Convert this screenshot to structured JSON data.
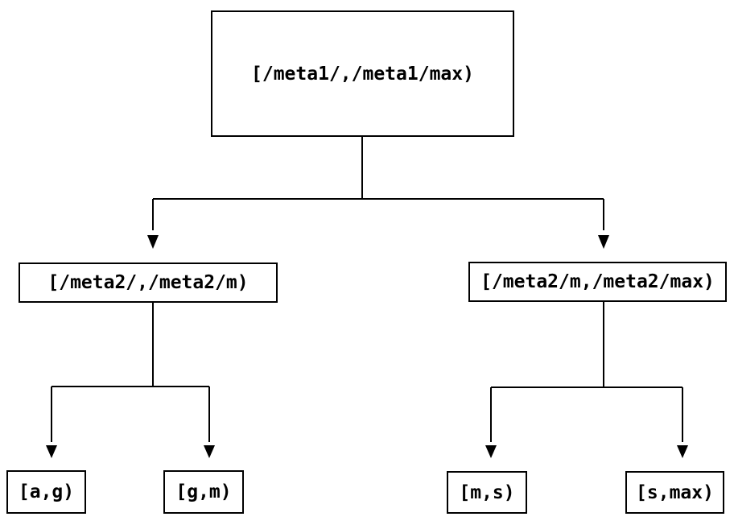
{
  "diagram": {
    "title": "",
    "type": "interval-partition-tree",
    "colors": {
      "background": "#ffffff",
      "line": "#000000",
      "text": "#000000",
      "node_fill": "#ffffff"
    },
    "nodes": {
      "root": {
        "label": "[/meta1/,/meta1/max)"
      },
      "left": {
        "label": "[/meta2/,/meta2/m)"
      },
      "right": {
        "label": "[/meta2/m,/meta2/max)"
      },
      "left_left": {
        "label": "[a,g)"
      },
      "left_right": {
        "label": "[g,m)"
      },
      "right_left": {
        "label": "[m,s)"
      },
      "right_right": {
        "label": "[s,max)"
      }
    },
    "edges": [
      {
        "from": "root",
        "to": "left"
      },
      {
        "from": "root",
        "to": "right"
      },
      {
        "from": "left",
        "to": "left_left"
      },
      {
        "from": "left",
        "to": "left_right"
      },
      {
        "from": "right",
        "to": "right_left"
      },
      {
        "from": "right",
        "to": "right_right"
      }
    ]
  }
}
